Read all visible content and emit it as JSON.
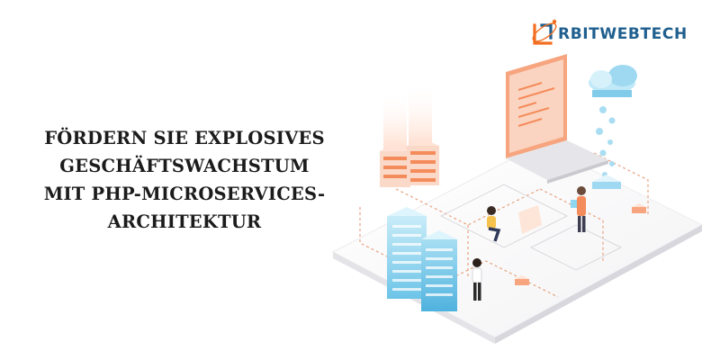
{
  "headline": {
    "lines": [
      "FÖRDERN SIE EXPLOSIVES",
      "GESCHÄFTSWACHSTUM",
      "MIT PHP-MICROSERVICES-",
      "ARCHITEKTUR"
    ]
  },
  "logo": {
    "text": "RBITWEBTECH",
    "colors": {
      "mark": "#f26f21",
      "text": "#1f5f8f"
    }
  },
  "illustration": {
    "subject": "isometric microservices architecture: laptop, servers, cloud, people",
    "colors": {
      "accent": "#f48b5a",
      "server": "#8fd6f0",
      "line": "#e8a27f"
    }
  }
}
